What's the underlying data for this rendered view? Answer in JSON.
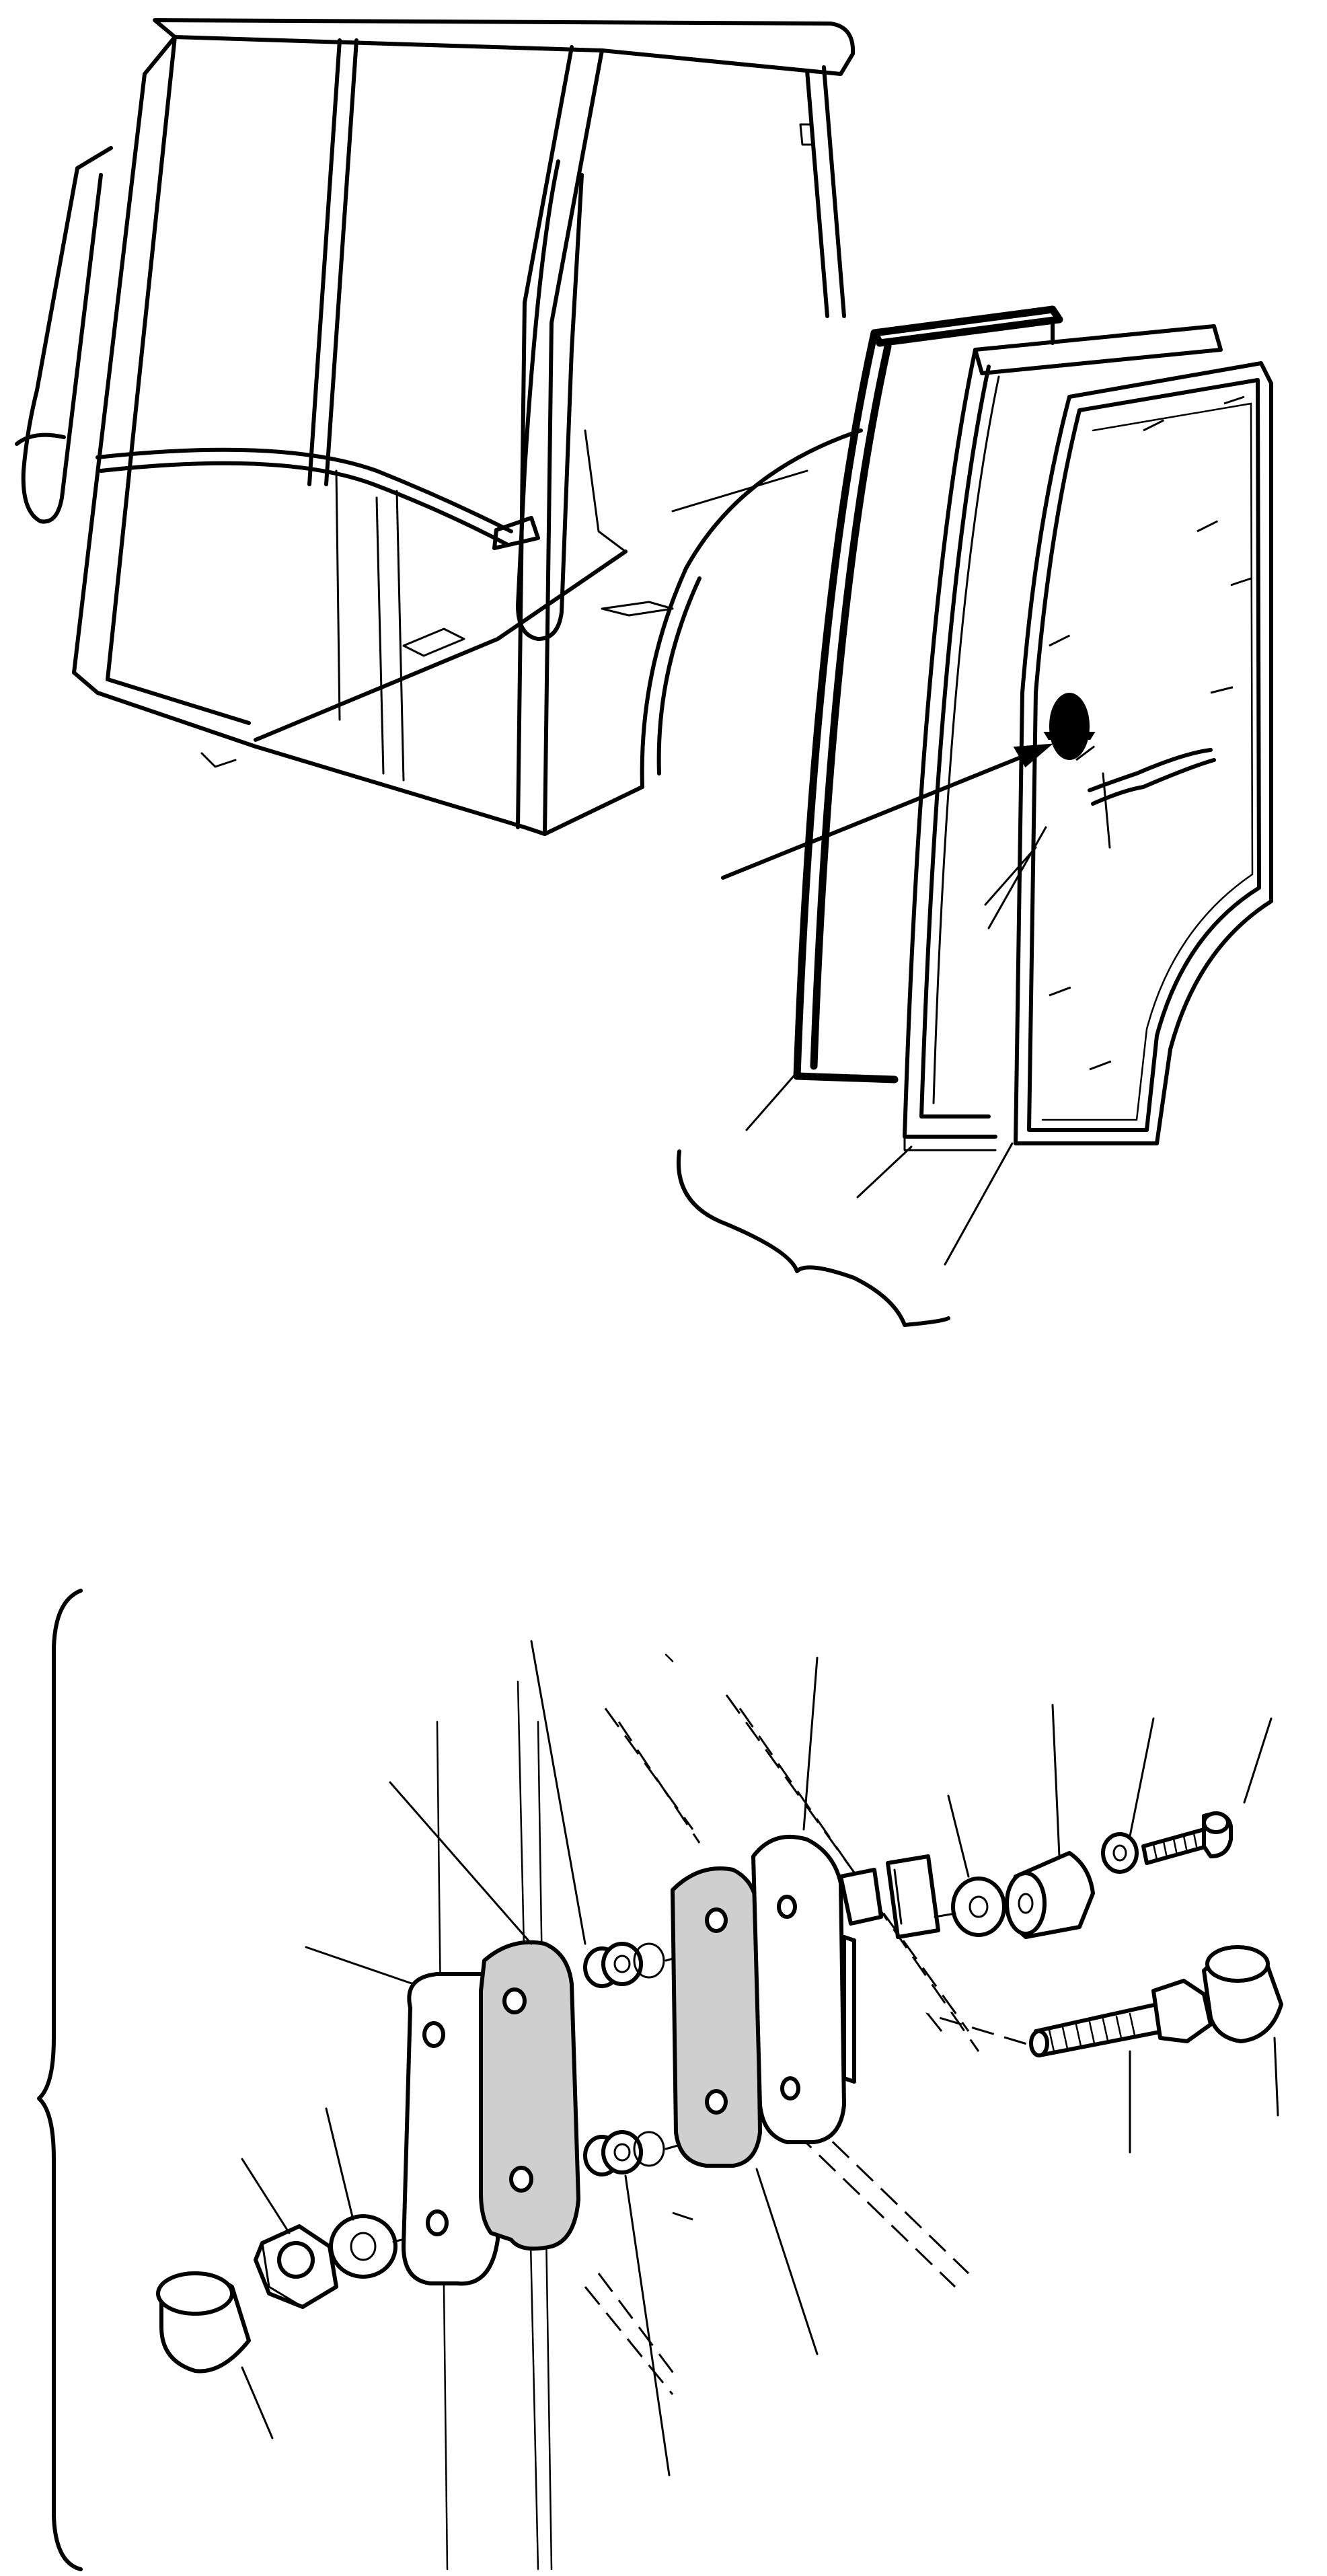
{
  "figure": {
    "top_view": "cab-door-assembly",
    "bottom_view": "door-hinge-exploded",
    "colors": {
      "line": "#000000",
      "background": "#ffffff",
      "pad_shading": "#cfcfcf"
    },
    "callout_count_top": 3,
    "callout_count_bottom": 14
  }
}
